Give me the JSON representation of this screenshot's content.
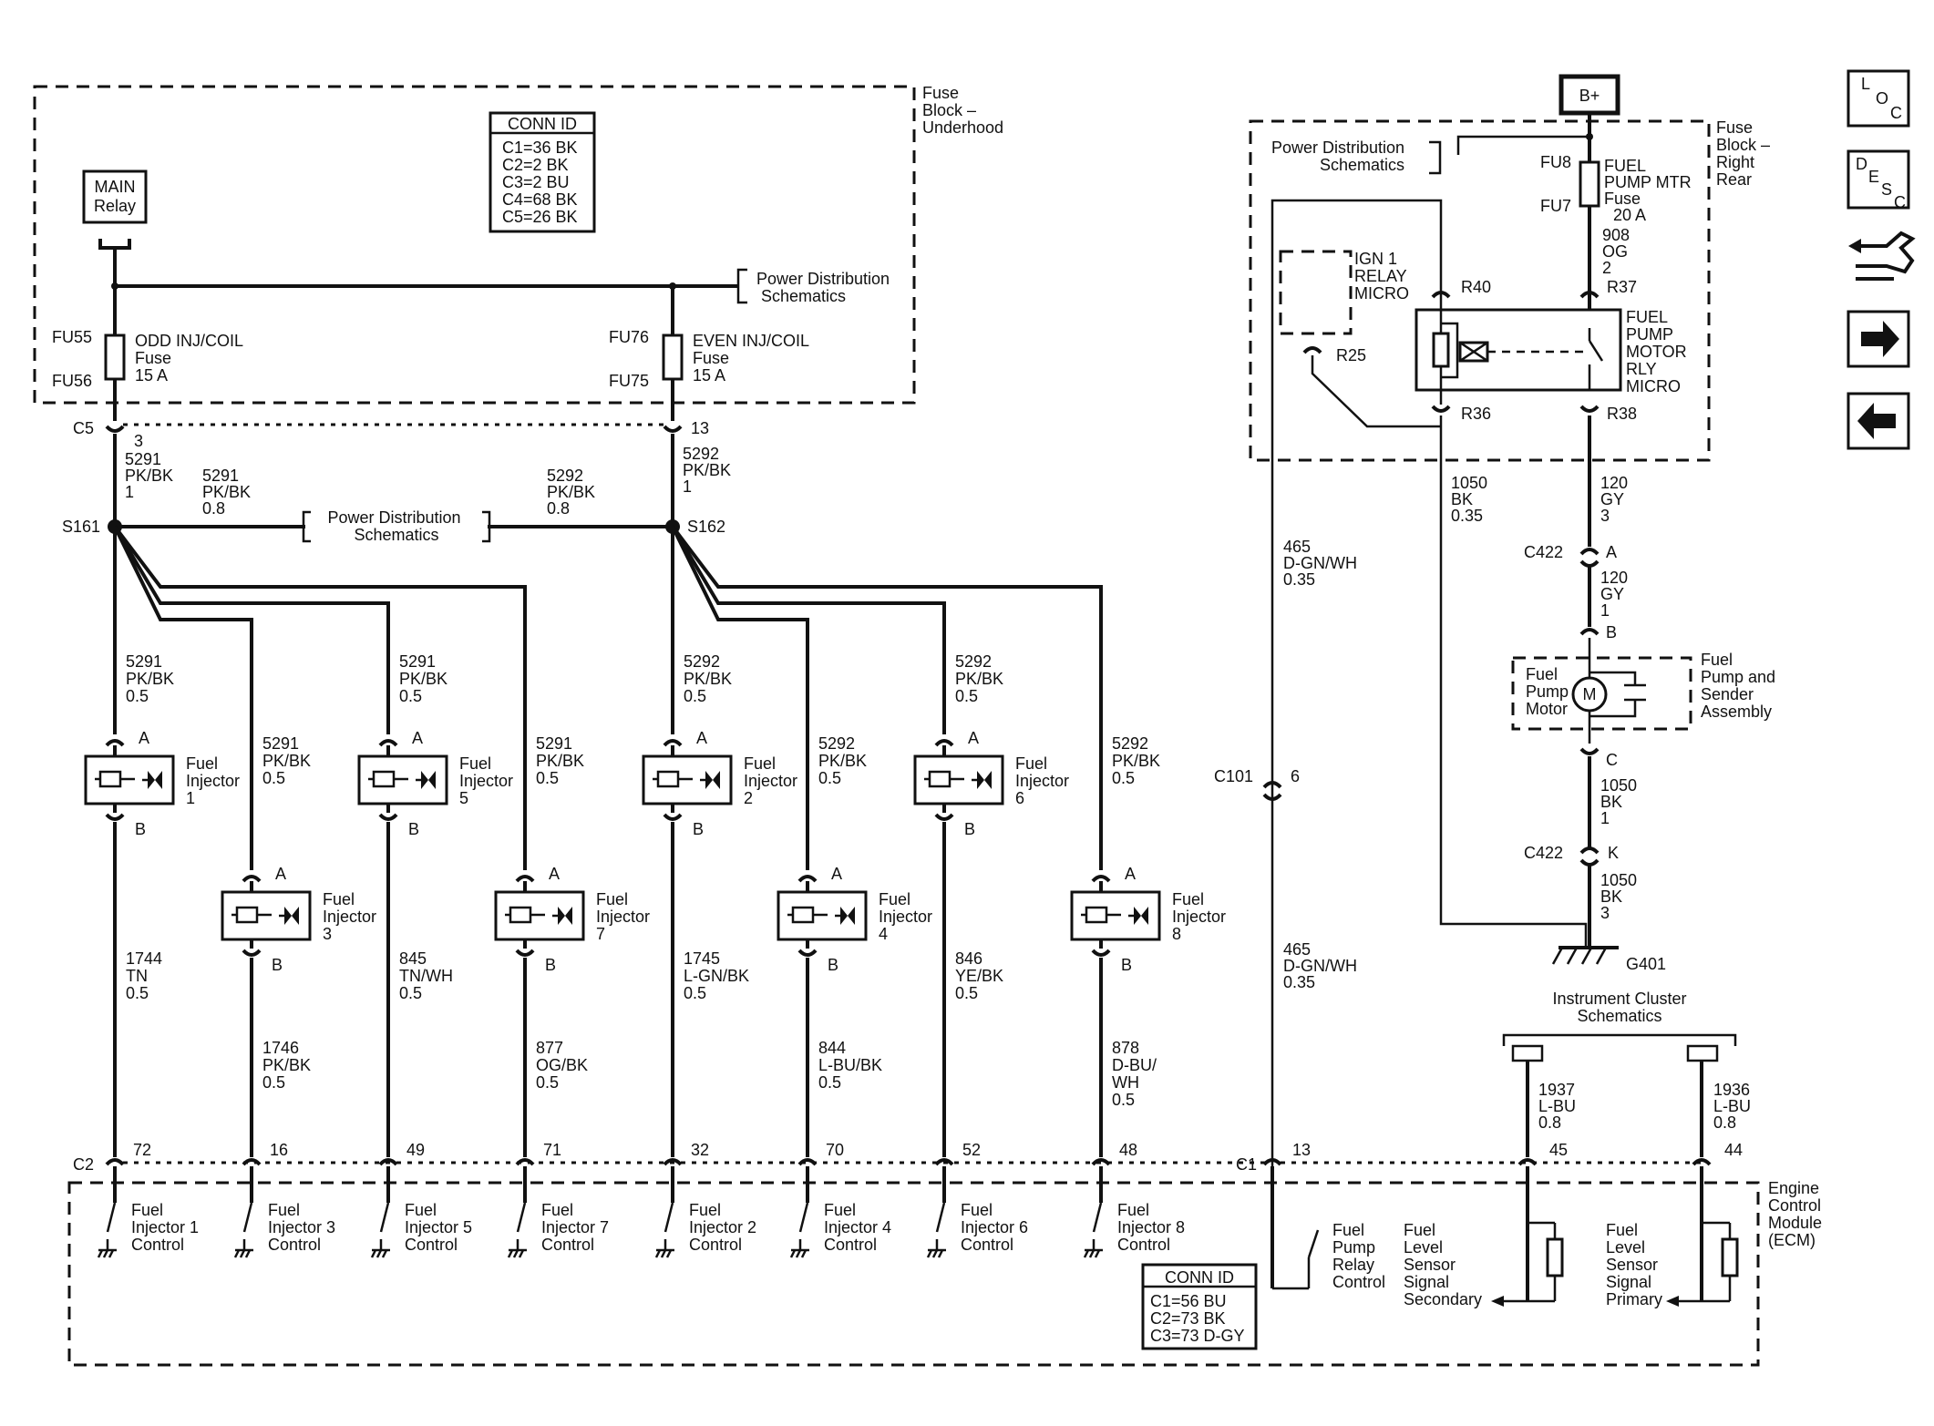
{
  "fuse_block_underhood": {
    "label": [
      "Fuse",
      "Block –",
      "Underhood"
    ],
    "conn_id": {
      "title": "CONN ID",
      "items": [
        "C1=36 BK",
        "C2=2 BK",
        "C3=2 BU",
        "C4=68 BK",
        "C5=26 BK"
      ]
    },
    "main_relay": [
      "MAIN",
      "Relay"
    ],
    "pd_ref": [
      "Power Distribution",
      "Schematics"
    ],
    "fuse_odd": {
      "top": "FU55",
      "bottom": "FU56",
      "label": [
        "ODD INJ/COIL",
        "Fuse",
        "15 A"
      ]
    },
    "fuse_even": {
      "top": "FU76",
      "bottom": "FU75",
      "label": [
        "EVEN INJ/COIL",
        "Fuse",
        "15 A"
      ]
    }
  },
  "c5": {
    "label": "C5",
    "pin_left": "3",
    "pin_right": "13"
  },
  "wires_top": {
    "left_down": [
      "5291",
      "PK/BK",
      "1"
    ],
    "left_right": [
      "5291",
      "PK/BK",
      "0.8"
    ],
    "right_left": [
      "5292",
      "PK/BK",
      "0.8"
    ],
    "right_down": [
      "5292",
      "PK/BK",
      "1"
    ]
  },
  "splices": {
    "s161": "S161",
    "s162": "S162",
    "pd_ref": [
      "Power Distribution",
      "Schematics"
    ]
  },
  "injectors": [
    {
      "id": "1",
      "name": [
        "Fuel",
        "Injector",
        "1"
      ],
      "wire_in": [
        "5291",
        "PK/BK",
        "0.5"
      ],
      "pin_a": "A",
      "pin_b": "B",
      "wire_out": [
        "1744",
        "TN",
        "0.5"
      ],
      "ecm_pin": "72",
      "ecm_label": [
        "Fuel",
        "Injector 1",
        "Control"
      ]
    },
    {
      "id": "3",
      "name": [
        "Fuel",
        "Injector",
        "3"
      ],
      "wire_in": [
        "5291",
        "PK/BK",
        "0.5"
      ],
      "pin_a": "A",
      "pin_b": "B",
      "wire_out": [
        "1746",
        "PK/BK",
        "0.5"
      ],
      "ecm_pin": "16",
      "ecm_label": [
        "Fuel",
        "Injector 3",
        "Control"
      ]
    },
    {
      "id": "5",
      "name": [
        "Fuel",
        "Injector",
        "5"
      ],
      "wire_in": [
        "5291",
        "PK/BK",
        "0.5"
      ],
      "pin_a": "A",
      "pin_b": "B",
      "wire_out": [
        "845",
        "TN/WH",
        "0.5"
      ],
      "ecm_pin": "49",
      "ecm_label": [
        "Fuel",
        "Injector 5",
        "Control"
      ]
    },
    {
      "id": "7",
      "name": [
        "Fuel",
        "Injector",
        "7"
      ],
      "wire_in": [
        "5291",
        "PK/BK",
        "0.5"
      ],
      "pin_a": "A",
      "pin_b": "B",
      "wire_out": [
        "877",
        "OG/BK",
        "0.5"
      ],
      "ecm_pin": "71",
      "ecm_label": [
        "Fuel",
        "Injector 7",
        "Control"
      ]
    },
    {
      "id": "2",
      "name": [
        "Fuel",
        "Injector",
        "2"
      ],
      "wire_in": [
        "5292",
        "PK/BK",
        "0.5"
      ],
      "pin_a": "A",
      "pin_b": "B",
      "wire_out": [
        "1745",
        "L-GN/BK",
        "0.5"
      ],
      "ecm_pin": "32",
      "ecm_label": [
        "Fuel",
        "Injector 2",
        "Control"
      ]
    },
    {
      "id": "4",
      "name": [
        "Fuel",
        "Injector",
        "4"
      ],
      "wire_in": [
        "5292",
        "PK/BK",
        "0.5"
      ],
      "pin_a": "A",
      "pin_b": "B",
      "wire_out": [
        "844",
        "L-BU/BK",
        "0.5"
      ],
      "ecm_pin": "70",
      "ecm_label": [
        "Fuel",
        "Injector 4",
        "Control"
      ]
    },
    {
      "id": "6",
      "name": [
        "Fuel",
        "Injector",
        "6"
      ],
      "wire_in": [
        "5292",
        "PK/BK",
        "0.5"
      ],
      "pin_a": "A",
      "pin_b": "B",
      "wire_out": [
        "846",
        "YE/BK",
        "0.5"
      ],
      "ecm_pin": "52",
      "ecm_label": [
        "Fuel",
        "Injector 6",
        "Control"
      ]
    },
    {
      "id": "8",
      "name": [
        "Fuel",
        "Injector",
        "8"
      ],
      "wire_in": [
        "5292",
        "PK/BK",
        "0.5"
      ],
      "pin_a": "A",
      "pin_b": "B",
      "wire_out": [
        "878",
        "D-BU/",
        "WH",
        "0.5"
      ],
      "ecm_pin": "48",
      "ecm_label": [
        "Fuel",
        "Injector 8",
        "Control"
      ]
    }
  ],
  "c2": {
    "label": "C2"
  },
  "ecm": {
    "label": [
      "Engine",
      "Control",
      "Module",
      "(ECM)"
    ],
    "conn_id": {
      "title": "CONN ID",
      "items": [
        "C1=56 BU",
        "C2=73 BK",
        "C3=73 D-GY"
      ]
    },
    "c1": "C1",
    "pin_relay": "13",
    "pin_secondary": "45",
    "pin_primary": "44",
    "relay_control": [
      "Fuel",
      "Pump",
      "Relay",
      "Control"
    ],
    "sensor_secondary": [
      "Fuel",
      "Level",
      "Sensor",
      "Signal",
      "Secondary"
    ],
    "sensor_primary": [
      "Fuel",
      "Level",
      "Sensor",
      "Signal",
      "Primary"
    ]
  },
  "fuse_block_rear": {
    "label": [
      "Fuse",
      "Block –",
      "Right",
      "Rear"
    ],
    "battery": "B+",
    "pd_ref": [
      "Power Distribution",
      "Schematics"
    ],
    "fuse": {
      "top": "FU8",
      "bottom": "FU7",
      "label": [
        "FUEL",
        "PUMP MTR",
        "Fuse",
        "20 A"
      ]
    },
    "ign_relay": [
      "IGN 1",
      "RELAY",
      "MICRO"
    ],
    "pump_relay": [
      "FUEL",
      "PUMP",
      "MOTOR",
      "RLY",
      "MICRO"
    ],
    "pins": {
      "r40": "R40",
      "r37": "R37",
      "r25": "R25",
      "r36": "R36",
      "r38": "R38"
    }
  },
  "wires_right": {
    "w908": [
      "908",
      "OG",
      "2"
    ],
    "w465_top": [
      "465",
      "D-GN/WH",
      "0.35"
    ],
    "w465_bot": [
      "465",
      "D-GN/WH",
      "0.35"
    ],
    "w1050_relay": [
      "1050",
      "BK",
      "0.35"
    ],
    "w120_a": [
      "120",
      "GY",
      "3"
    ],
    "w120_b": [
      "120",
      "GY",
      "1"
    ],
    "w1050_c": [
      "1050",
      "BK",
      "1"
    ],
    "w1050_k": [
      "1050",
      "BK",
      "3"
    ],
    "w1937": [
      "1937",
      "L-BU",
      "0.8"
    ],
    "w1936": [
      "1936",
      "L-BU",
      "0.8"
    ]
  },
  "c422": {
    "label": "C422",
    "pin_a": "A",
    "pin_k": "K"
  },
  "c101": {
    "label": "C101",
    "pin": "6"
  },
  "pump": {
    "motor": [
      "Fuel",
      "Pump",
      "Motor"
    ],
    "assembly": [
      "Fuel",
      "Pump and",
      "Sender",
      "Assembly"
    ],
    "m": "M",
    "pin_b": "B",
    "pin_c": "C"
  },
  "ground": {
    "label": "G401"
  },
  "instrument": [
    "Instrument Cluster",
    "Schematics"
  ],
  "nav": {
    "loc": [
      "L",
      "O",
      "C"
    ],
    "desc": [
      "D",
      "E",
      "S",
      "C"
    ]
  }
}
